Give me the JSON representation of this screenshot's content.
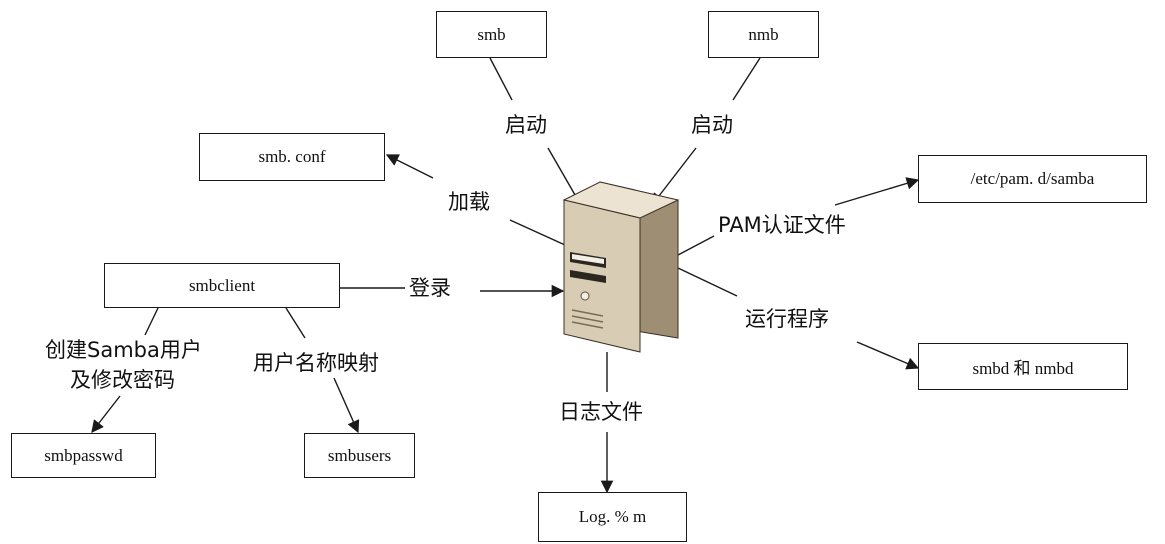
{
  "nodes": {
    "smb": "smb",
    "nmb": "nmb",
    "smb_conf": "smb. conf",
    "pam_samba": "/etc/pam. d/samba",
    "smbclient": "smbclient",
    "smbd_nmbd": "smbd 和 nmbd",
    "smbpasswd": "smbpasswd",
    "smbusers": "smbusers",
    "log": "Log. % m"
  },
  "edges": {
    "start_smb": "启动",
    "start_nmb": "启动",
    "load": "加载",
    "pam_auth": "PAM认证文件",
    "login": "登录",
    "run_program": "运行程序",
    "create_user_line1": "创建Samba用户",
    "create_user_line2": "及修改密码",
    "username_map": "用户名称映射",
    "log_file": "日志文件"
  },
  "colors": {
    "line": "#1a1a1a",
    "server_front": "#d9ccb4",
    "server_side": "#9e8e73",
    "server_top": "#ece3d2"
  },
  "icons": {
    "server": "server-tower-icon"
  }
}
